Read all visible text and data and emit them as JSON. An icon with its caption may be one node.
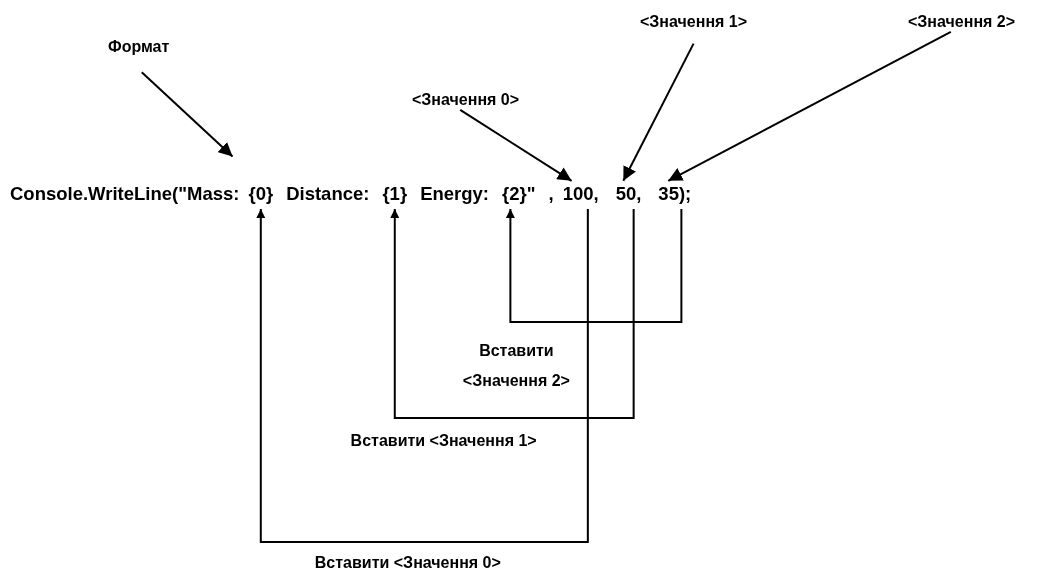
{
  "diagram": {
    "nodes": [
      {
        "text": [
          "Формат"
        ]
      },
      {
        "text": [
          "<Значення 0>"
        ]
      },
      {
        "text": [
          "<Значення 1>"
        ]
      },
      {
        "text": [
          "<Значення 2>"
        ]
      },
      {
        "text": [
          "Console.WriteLine(\"Mass:"
        ]
      },
      {
        "text": [
          "{0}"
        ]
      },
      {
        "text": [
          "{1}"
        ]
      },
      {
        "text": [
          "{2}\""
        ]
      },
      {
        "text": [
          "100,"
        ]
      },
      {
        "text": [
          "50,"
        ]
      },
      {
        "text": [
          "35);"
        ]
      }
    ],
    "edges": [
      {
        "from": 0,
        "to": 4,
        "arrow": "to"
      },
      {
        "from": 1,
        "to": 8,
        "arrow": "to"
      },
      {
        "from": 2,
        "to": 9,
        "arrow": "to"
      },
      {
        "from": 3,
        "to": 10,
        "arrow": "to"
      },
      {
        "from": 10,
        "to": 7,
        "arrow": "to",
        "label": "Вставити <Значення 2>"
      },
      {
        "from": 9,
        "to": 6,
        "arrow": "to",
        "label": "Вставити <Значення 1>"
      },
      {
        "from": 8,
        "to": 5,
        "arrow": "to",
        "label": "Вставити <Значення 0>"
      }
    ],
    "labels": [
      "Distance:",
      "Energy:",
      ","
    ]
  }
}
